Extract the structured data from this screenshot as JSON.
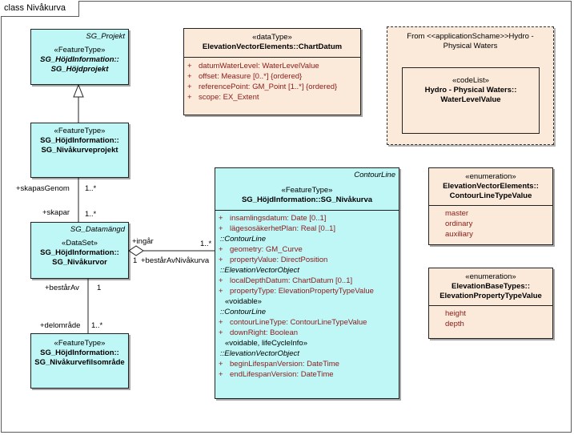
{
  "frame": {
    "title": "class Nivåkurva"
  },
  "classes": {
    "projekt": {
      "corner": "SG_Projekt",
      "stereotype": "«FeatureType»",
      "name1": "SG_HöjdInformation::",
      "name2": "SG_Höjdprojekt"
    },
    "nivakurveprojekt": {
      "stereotype": "«FeatureType»",
      "name1": "SG_HöjdInformation::",
      "name2": "SG_Nivåkurveprojekt"
    },
    "datamangd": {
      "corner": "SG_Datamängd",
      "stereotype": "«DataSet»",
      "name1": "SG_HöjdInformation::",
      "name2": "SG_Nivåkurvor"
    },
    "filsomrade": {
      "stereotype": "«FeatureType»",
      "name1": "SG_HöjdInformation::",
      "name2": "SG_Nivåkurvefilsområde"
    },
    "nivakurva": {
      "corner": "ContourLine",
      "stereotype": "«FeatureType»",
      "name": "SG_HöjdInformation::SG_Nivåkurva",
      "attrs_top": [
        "insamlingsdatum: Date [0..1]",
        "lägesosäkerhetPlan: Real [0..1]"
      ],
      "grp_contour": "::ContourLine",
      "attrs_contour": [
        "geometry: GM_Curve",
        "propertyValue: DirectPosition"
      ],
      "grp_elev": "::ElevationVectorObject",
      "attrs_elev": [
        "localDepthDatum: ChartDatum [0..1]",
        "propertyType: ElevationPropertyTypeValue"
      ],
      "voidable": "«voidable»",
      "grp_contour2": "::ContourLine",
      "attrs_contour2": [
        "contourLineType: ContourLineTypeValue",
        "downRight: Boolean"
      ],
      "voidable_lc": "«voidable, lifeCycleInfo»",
      "grp_elev2": "::ElevationVectorObject",
      "attrs_elev2": [
        "beginLifespanVersion: DateTime",
        "endLifespanVersion: DateTime"
      ]
    },
    "chartdatum": {
      "stereotype": "«dataType»",
      "name": "ElevationVectorElements::ChartDatum",
      "attrs": [
        "datumWaterLevel: WaterLevelValue",
        "offset: Measure [0..*] {ordered}",
        "referencePoint: GM_Point [1..*] {ordered}",
        "scope: EX_Extent"
      ]
    },
    "contourtype": {
      "stereotype": "«enumeration»",
      "name1": "ElevationVectorElements::",
      "name2": "ContourLineTypeValue",
      "items": [
        "master",
        "ordinary",
        "auxiliary"
      ]
    },
    "proptype": {
      "stereotype": "«enumeration»",
      "name1": "ElevationBaseTypes::",
      "name2": "ElevationPropertyTypeValue",
      "items": [
        "height",
        "depth"
      ]
    }
  },
  "package": {
    "title1": "From <<applicationSchame>>Hydro -",
    "title2": "Physical Waters",
    "codelist": {
      "stereotype": "«codeList»",
      "name1": "Hydro - Physical Waters::",
      "name2": "WaterLevelValue"
    }
  },
  "labels": {
    "skapasGenom": "+skapasGenom",
    "mult_skapasGenom": "1..*",
    "skapar": "+skapar",
    "mult_skapar": "1..*",
    "ingar": "+ingår",
    "mult_ingar": "1..*",
    "bestarAvNiva": "+bestårAvNivåkurva",
    "mult_bestarAvNiva": "1",
    "bestarAv": "+bestårAv",
    "mult_bestarAv": "1",
    "delomrade": "+delområde",
    "mult_delomrade": "1..*"
  },
  "colors": {
    "feature": "#bff7f7",
    "datatype": "#fbeada",
    "attribute": "#8a1a1a"
  }
}
